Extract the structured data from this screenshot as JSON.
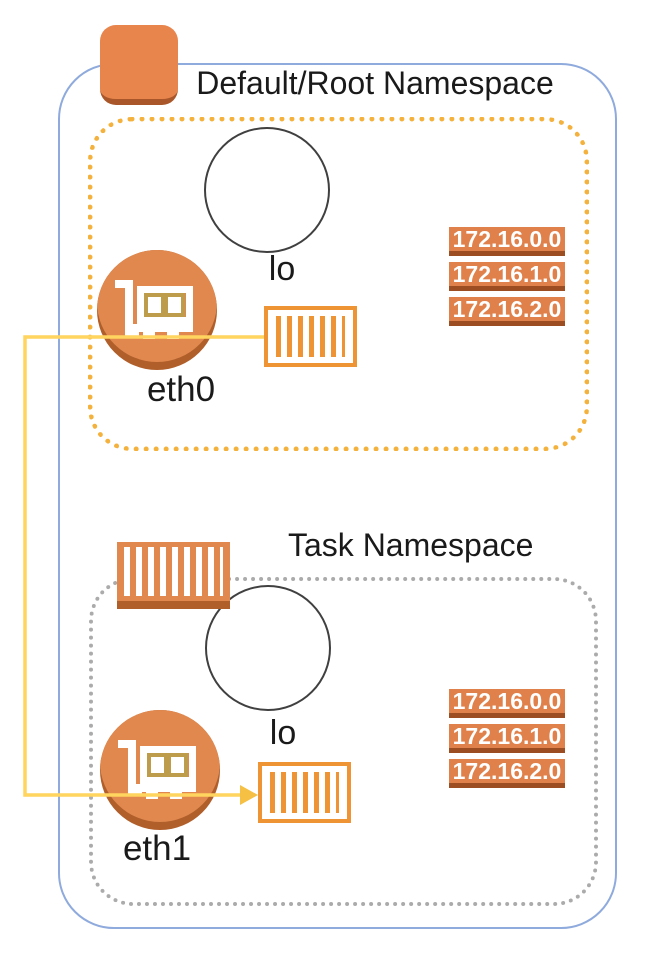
{
  "colors": {
    "outer-border": "#8FAADC",
    "ns-root-border": "#F4B13B",
    "ns-task-border": "#ABABAB",
    "orange": "#E0884E",
    "orange-dark": "#B05E2A",
    "instance-orange": "#E8854D",
    "instance-shadow": "#A9572A",
    "ip-fill": "#E0814B",
    "ip-shadow": "#9C4D22",
    "veth-border": "#EE9435",
    "icon-gold": "#BD9D4C",
    "connector": "#FFD45F",
    "arrow": "#F5C043",
    "lo-stroke": "#404040",
    "text": "#1A1A1A"
  },
  "icons": {
    "instance": "instance-icon",
    "eni": "network-interface-card-icon",
    "veth": "striped-virtual-interface-icon",
    "container": "striped-container-icon",
    "loopback": "loopback-circle",
    "connector": "veth-pair-connector-arrow"
  },
  "root_namespace": {
    "title": "Default/Root Namespace",
    "loopback_label": "lo",
    "interface_label": "eth0",
    "ip_addresses": [
      "172.16.0.0",
      "172.16.1.0",
      "172.16.2.0"
    ]
  },
  "task_namespace": {
    "title": "Task Namespace",
    "loopback_label": "lo",
    "interface_label": "eth1",
    "ip_addresses": [
      "172.16.0.0",
      "172.16.1.0",
      "172.16.2.0"
    ]
  }
}
